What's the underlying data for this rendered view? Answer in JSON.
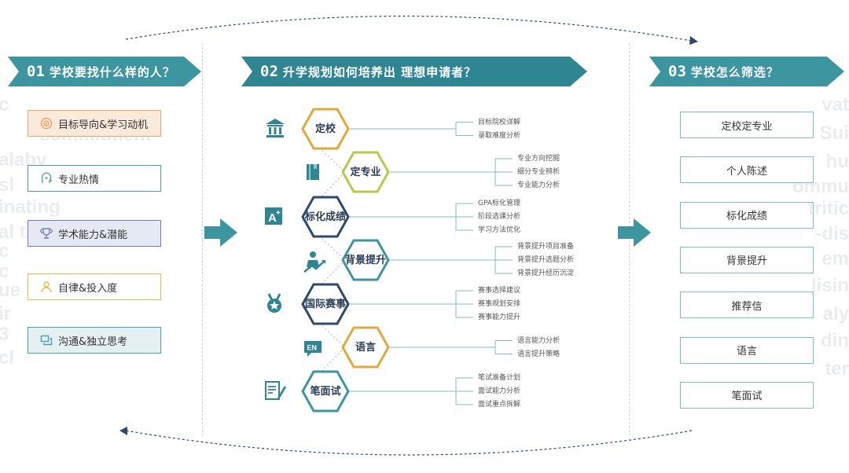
{
  "sections": [
    {
      "num": "01",
      "title": "学校要找什么样的人？"
    },
    {
      "num": "02",
      "title": "升学规划如何培养出 理想申请者？"
    },
    {
      "num": "03",
      "title": "学校怎么筛选？"
    }
  ],
  "traits": [
    {
      "label": "目标导向&学习动机",
      "icon": "target-icon",
      "color": "#e9a66a",
      "bg": "#fbe9dc"
    },
    {
      "label": "专业热情",
      "icon": "head-heart-icon",
      "color": "#4f9fa8",
      "bg": "#ffffff"
    },
    {
      "label": "学术能力&潜能",
      "icon": "trophy-icon",
      "color": "#6e7fb7",
      "bg": "#e6e9f4"
    },
    {
      "label": "自律&投入度",
      "icon": "person-icon",
      "color": "#e8b94a",
      "bg": "#ffffff"
    },
    {
      "label": "沟通&独立思考",
      "icon": "chat-icon",
      "color": "#4f9fa8",
      "bg": "#e4f0f2"
    }
  ],
  "plan_steps": [
    {
      "label": "定校",
      "border": "#e0a93c",
      "icon": "institution-icon",
      "leaves": [
        "目标院校详解",
        "录取难度分析"
      ]
    },
    {
      "label": "定专业",
      "border": "#b5c94a",
      "icon": "book-icon",
      "leaves": [
        "专业方向挖掘",
        "细分专业辨析",
        "专业能力分析"
      ]
    },
    {
      "label": "标化成绩",
      "border": "#2c4a6e",
      "icon": "grade-a-plus-icon",
      "leaves": [
        "GPA标化管理",
        "阶段选课分析",
        "学习方法优化"
      ]
    },
    {
      "label": "背景提升",
      "border": "#3d95a0",
      "icon": "growth-person-icon",
      "leaves": [
        "背景提升项目准备",
        "背景提升选题分析",
        "背景提升经历沉淀"
      ]
    },
    {
      "label": "国际赛事",
      "border": "#2c4a6e",
      "icon": "medal-icon",
      "leaves": [
        "赛事选择建议",
        "赛事规划安排",
        "赛事能力提升"
      ]
    },
    {
      "label": "语言",
      "border": "#e0a93c",
      "icon": "en-icon",
      "leaves": [
        "语言能力分析",
        "语言提升策略"
      ]
    },
    {
      "label": "笔面试",
      "border": "#3d95a0",
      "icon": "exam-icon",
      "leaves": [
        "笔试准备计划",
        "面试能力分析",
        "面试重点拆解"
      ]
    }
  ],
  "criteria": [
    "定校定专业",
    "个人陈述",
    "标化成绩",
    "背景提升",
    "推荐信",
    "语言",
    "笔面试"
  ],
  "watermark_left": [
    "c",
    "commitment",
    "alaby",
    "sl",
    "inating",
    "al thinking",
    "c",
    "c",
    "ue",
    "ir",
    "3",
    "cl"
  ],
  "watermark_right": [
    "vat",
    "Sui",
    "hu",
    "ommu",
    "tritic",
    "-dis",
    "em",
    "lisin",
    "aly",
    "din",
    "ter"
  ],
  "colors": {
    "teal": "#3d95a0",
    "navy": "#2c4a6e",
    "orange": "#e0a93c",
    "lime": "#b5c94a"
  }
}
